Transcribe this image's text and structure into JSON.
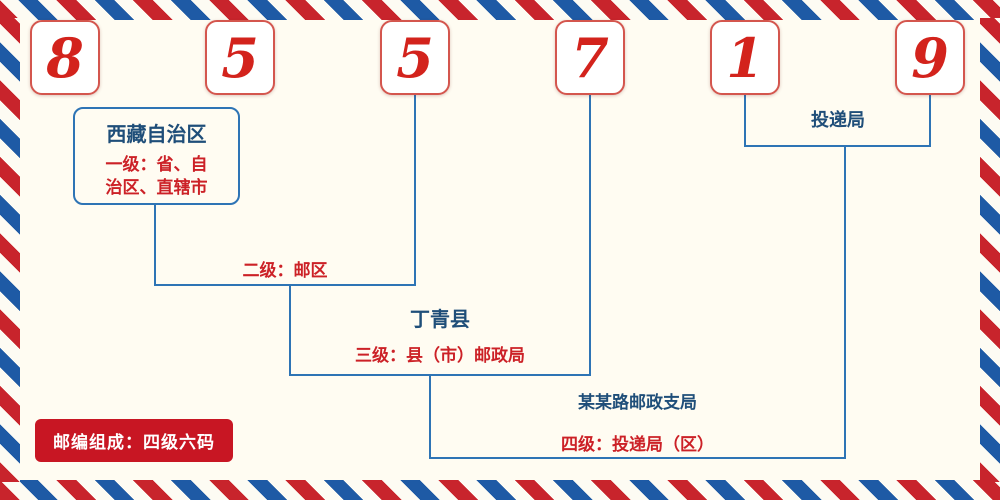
{
  "digits": [
    "8",
    "5",
    "5",
    "7",
    "1",
    "9"
  ],
  "labels": {
    "level1": {
      "place": "西藏自治区",
      "desc": "一级：省、自治区、直辖市"
    },
    "level2": {
      "desc": "二级：邮区"
    },
    "level3": {
      "place": "丁青县",
      "desc": "三级：县（市）邮政局"
    },
    "level4": {
      "place": "某某路邮政支局",
      "desc": "四级：投递局（区）"
    },
    "delivery": {
      "label": "投递局"
    }
  },
  "badge": {
    "text": "邮编组成：四级六码"
  },
  "colors": {
    "stripe_red": "#c8242c",
    "stripe_blue": "#1e5aa5",
    "line_blue": "#2e74b5",
    "navy_text": "#1f4e79",
    "red_text": "#cc2127",
    "digit_red": "#d3231c",
    "badge_bg": "#c81623",
    "background": "#fffcf2"
  }
}
